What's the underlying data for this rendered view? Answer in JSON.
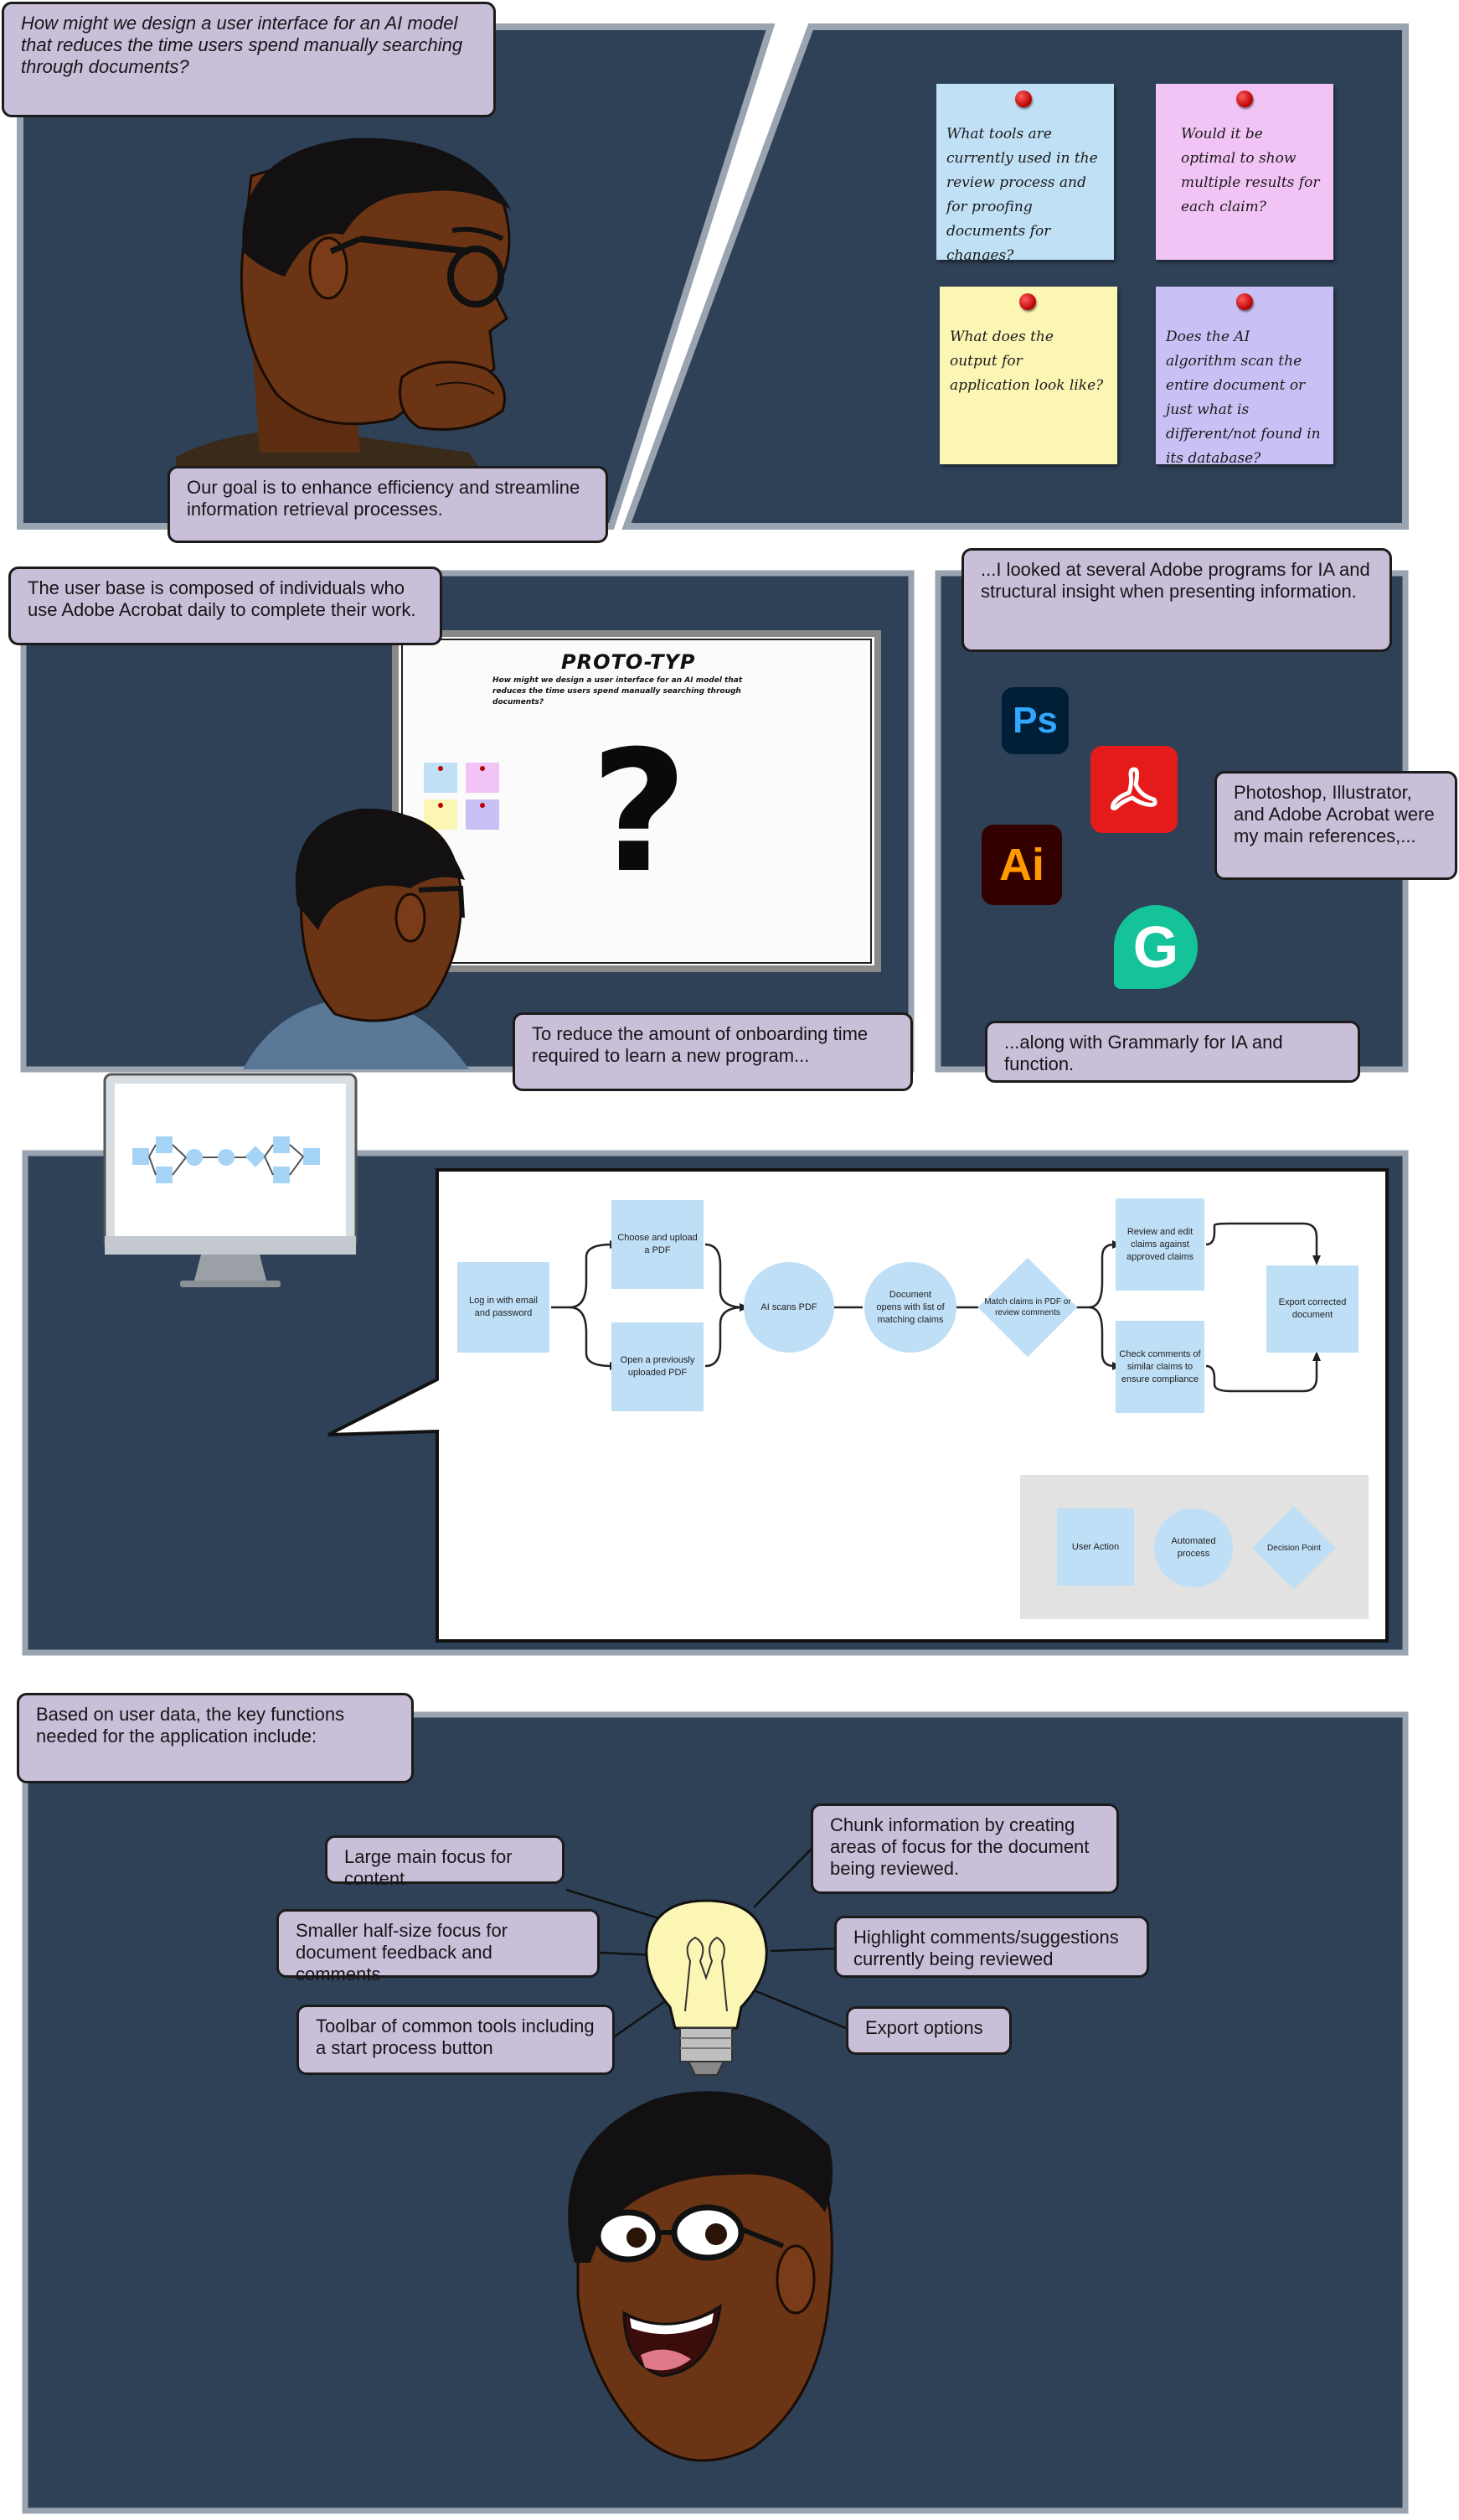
{
  "panel1": {
    "question": "How might we design a user interface for an AI model that reduces the time users spend manually searching through documents?",
    "goal": "Our goal is to enhance efficiency and streamline information retrieval processes.",
    "notes": [
      {
        "text": "What tools are currently used in the review process and for proofing documents for changes?",
        "color": "#bfe0f5"
      },
      {
        "text": "Would it be optimal to show multiple results for each claim?",
        "color": "#f1c4f5"
      },
      {
        "text": "What does the output for application look like?",
        "color": "#fbf6b4"
      },
      {
        "text": "Does the AI algorithm scan the entire document or just what is different/not found in its database?",
        "color": "#c9c1f5"
      }
    ]
  },
  "panel2": {
    "user_base": "The user base is composed of individuals who use Adobe Acrobat daily to complete their work.",
    "board_title": "PROTO-TYP",
    "board_question": "How might we design a user interface for an AI model that reduces the time users spend manually searching through documents?",
    "board_mark": "?",
    "onboarding": "To reduce the amount of onboarding time required to learn a new program..."
  },
  "panel3": {
    "intro": "...I looked at several Adobe programs for IA and structural insight when presenting information.",
    "references": "Photoshop, Illustrator, and Adobe Acrobat were my main references,...",
    "grammarly": "...along with Grammarly for IA and function.",
    "icons": {
      "photoshop": {
        "name": "photoshop-icon",
        "label": "Ps",
        "fg": "#31a8ff",
        "bg": "#001e36"
      },
      "acrobat": {
        "name": "acrobat-icon",
        "bg": "#e51b1b"
      },
      "illustrator": {
        "name": "illustrator-icon",
        "label": "Ai",
        "fg": "#ff9a00",
        "bg": "#330000"
      },
      "grammarly": {
        "name": "grammarly-icon",
        "label": "G",
        "bg": "#15c39a"
      }
    }
  },
  "panel4": {
    "nodes": {
      "login": "Log in with email and password",
      "choose": "Choose and upload a PDF",
      "open": "Open a previously uploaded PDF",
      "scan": "AI scans PDF",
      "opens": "Document opens with list of matching claims",
      "match": "Match claims in PDF or review comments",
      "review": "Review and edit claims against approved claims",
      "check": "Check comments of similar claims to ensure compliance",
      "export": "Export corrected document"
    },
    "legend": {
      "user_action": "User Action",
      "automated": "Automated process",
      "decision": "Decision Point"
    }
  },
  "panel5": {
    "intro": "Based on user data, the key functions needed for the application include:",
    "functions": {
      "large_focus": "Large main focus for content",
      "half_focus": "Smaller half-size focus for document feedback and comments",
      "toolbar": "Toolbar of common tools including a start process button",
      "chunk": "Chunk information by creating areas of focus for the document being reviewed.",
      "highlight": "Highlight comments/suggestions currently being reviewed",
      "export": "Export options"
    }
  },
  "colors": {
    "panel_bg": "#2e4156",
    "panel_border": "#9aa3b0",
    "caption_bg": "#c9bfd8",
    "flow_fill": "#bfdff6",
    "skin": "#6b3515"
  }
}
